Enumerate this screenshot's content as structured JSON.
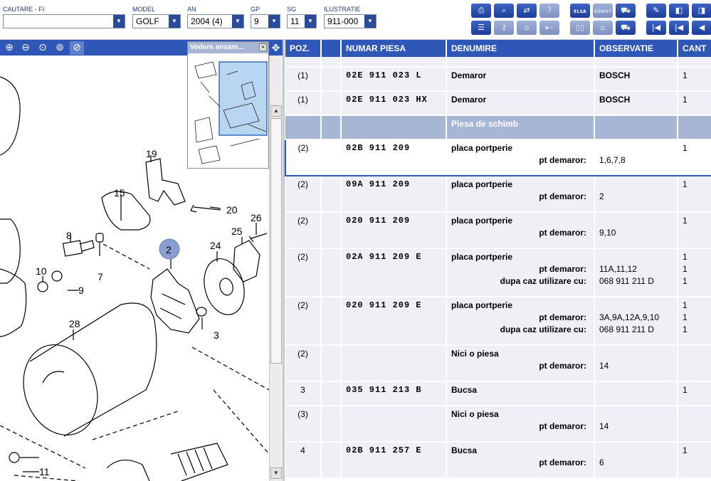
{
  "filters": {
    "cautare": {
      "label": "CAUTARE - FI",
      "value": ""
    },
    "model": {
      "label": "MODEL",
      "value": "GOLF"
    },
    "an": {
      "label": "AN",
      "value": "2004 (4)"
    },
    "gp": {
      "label": "GP",
      "value": "9"
    },
    "sg": {
      "label": "SG",
      "value": "11"
    },
    "ilustratie": {
      "label": "ILUSTRATIE",
      "value": "911-000"
    }
  },
  "toolbar": {
    "elsa": "ELSA",
    "gsbot": "GSBOT"
  },
  "overview": {
    "title": "Vedere ansam...",
    "close": "×"
  },
  "drawing_labels": {
    "c2": "2",
    "c3": "3",
    "c7": "7",
    "c8": "8",
    "c9": "9",
    "c10": "10",
    "c11": "11",
    "c15": "15",
    "c19": "19",
    "c20": "20",
    "c24": "24",
    "c25": "25",
    "c26": "26",
    "c28": "28"
  },
  "colors": {
    "header": "#2f57b8",
    "section": "#a8b6d6",
    "row": "#eef0f6",
    "hotspot": "#8a9ed0"
  },
  "table": {
    "headers": {
      "poz": "POZ.",
      "numar": "NUMAR PIESA",
      "denumire": "DENUMIRE",
      "observatie": "OBSERVATIE",
      "cant": "CANT"
    },
    "rows": [
      {
        "poz": "(1)",
        "nr": "02E 911 023 L",
        "den": "Demaror",
        "obs": "BOSCH",
        "cant": "1"
      },
      {
        "poz": "(1)",
        "nr": "02E 911 023 HX",
        "den": "Demaror",
        "obs": "BOSCH",
        "cant": "1"
      },
      {
        "section": "Piesa de schimb"
      },
      {
        "poz": "(2)",
        "nr": "02B 911 209",
        "den": "placa portperie",
        "cant": "1",
        "notes": [
          {
            "label": "pt demaror:",
            "val": "1,6,7,8",
            "cant": ""
          }
        ]
      },
      {
        "poz": "(2)",
        "nr": "09A 911 209",
        "den": "placa portperie",
        "cant": "1",
        "notes": [
          {
            "label": "pt demaror:",
            "val": "2",
            "cant": ""
          }
        ]
      },
      {
        "poz": "(2)",
        "nr": "020 911 209",
        "den": "placa portperie",
        "cant": "1",
        "notes": [
          {
            "label": "pt demaror:",
            "val": "9,10",
            "cant": ""
          }
        ]
      },
      {
        "poz": "(2)",
        "nr": "02A 911 209 E",
        "den": "placa portperie",
        "cant": "1",
        "notes": [
          {
            "label": "pt demaror:",
            "val": "11A,11,12",
            "cant": "1"
          },
          {
            "label": "dupa caz utilizare cu:",
            "val": "068 911 211 D",
            "cant": "1"
          }
        ]
      },
      {
        "poz": "(2)",
        "nr": "020 911 209 E",
        "den": "placa portperie",
        "cant": "1",
        "notes": [
          {
            "label": "pt demaror:",
            "val": "3A,9A,12A,9,10",
            "cant": "1"
          },
          {
            "label": "dupa caz utilizare cu:",
            "val": "068 911 211 D",
            "cant": "1"
          }
        ]
      },
      {
        "poz": "(2)",
        "nr": "",
        "den": "Nici o piesa",
        "cant": "",
        "notes": [
          {
            "label": "pt demaror:",
            "val": "14",
            "cant": ""
          }
        ]
      },
      {
        "poz": "3",
        "nr": "035 911 213 B",
        "den": "Bucsa",
        "cant": "1"
      },
      {
        "poz": "(3)",
        "nr": "",
        "den": "Nici o piesa",
        "cant": "",
        "notes": [
          {
            "label": "pt demaror:",
            "val": "14",
            "cant": ""
          }
        ]
      },
      {
        "poz": "4",
        "nr": "02B 911 257 E",
        "den": "Bucsa",
        "cant": "1",
        "notes": [
          {
            "label": "pt demaror:",
            "val": "6",
            "cant": ""
          }
        ]
      }
    ]
  }
}
